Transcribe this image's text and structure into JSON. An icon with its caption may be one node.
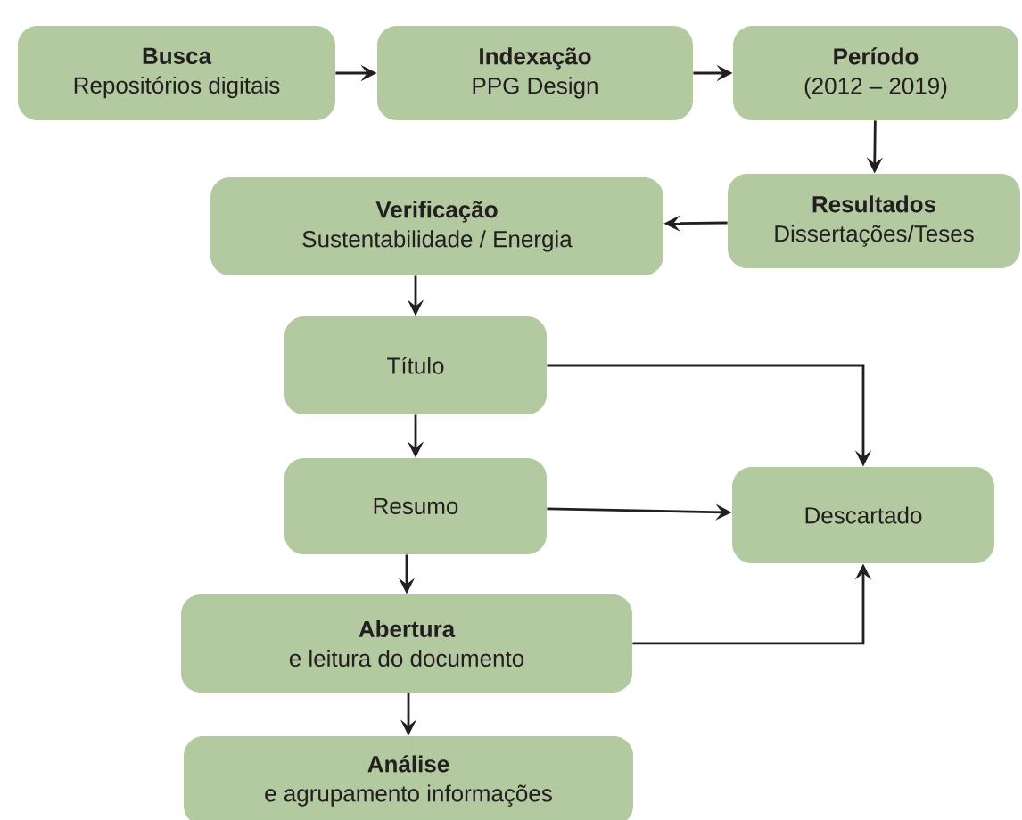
{
  "diagram": {
    "nodes": [
      {
        "text": [
          "Busca",
          "Repositórios digitais"
        ]
      },
      {
        "text": [
          "Indexação",
          "PPG Design"
        ]
      },
      {
        "text": [
          "Período",
          "(2012 – 2019)"
        ]
      },
      {
        "text": [
          "Resultados",
          "Dissertações/Teses"
        ]
      },
      {
        "text": [
          "Verificação",
          "Sustentabilidade / Energia"
        ]
      },
      {
        "text": [
          "Título"
        ]
      },
      {
        "text": [
          "Resumo"
        ]
      },
      {
        "text": [
          "Descartado"
        ]
      },
      {
        "text": [
          "Abertura",
          "e leitura do documento"
        ]
      },
      {
        "text": [
          "Análise",
          "e agrupamento informações"
        ]
      }
    ],
    "edges": [
      {
        "from": 0,
        "to": 1,
        "arrow": "to"
      },
      {
        "from": 1,
        "to": 2,
        "arrow": "to"
      },
      {
        "from": 2,
        "to": 3,
        "arrow": "to"
      },
      {
        "from": 3,
        "to": 4,
        "arrow": "to"
      },
      {
        "from": 4,
        "to": 5,
        "arrow": "to"
      },
      {
        "from": 5,
        "to": 6,
        "arrow": "to"
      },
      {
        "from": 5,
        "to": 7,
        "arrow": "to"
      },
      {
        "from": 6,
        "to": 7,
        "arrow": "to"
      },
      {
        "from": 6,
        "to": 8,
        "arrow": "to"
      },
      {
        "from": 8,
        "to": 7,
        "arrow": "to"
      },
      {
        "from": 8,
        "to": 9,
        "arrow": "to"
      }
    ]
  }
}
